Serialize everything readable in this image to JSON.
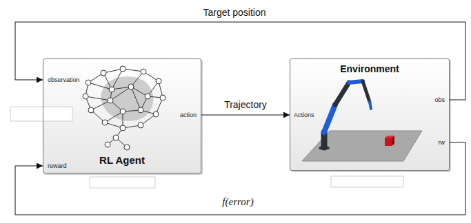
{
  "diagram": {
    "nodes": [
      {
        "text": [
          "observation",
          "reward",
          "action",
          "RL Agent"
        ]
      },
      {
        "text": [
          "Environment",
          "Actions",
          "obs",
          "rw"
        ]
      }
    ],
    "edges": [
      {
        "from": 0,
        "to": 1,
        "label": "Trajectory",
        "arrow": "to"
      },
      {
        "from": 1,
        "to": 0,
        "label": "Target position",
        "arrow": "to"
      },
      {
        "from": 1,
        "to": 0,
        "label": "f(error)",
        "arrow": "to"
      }
    ]
  }
}
